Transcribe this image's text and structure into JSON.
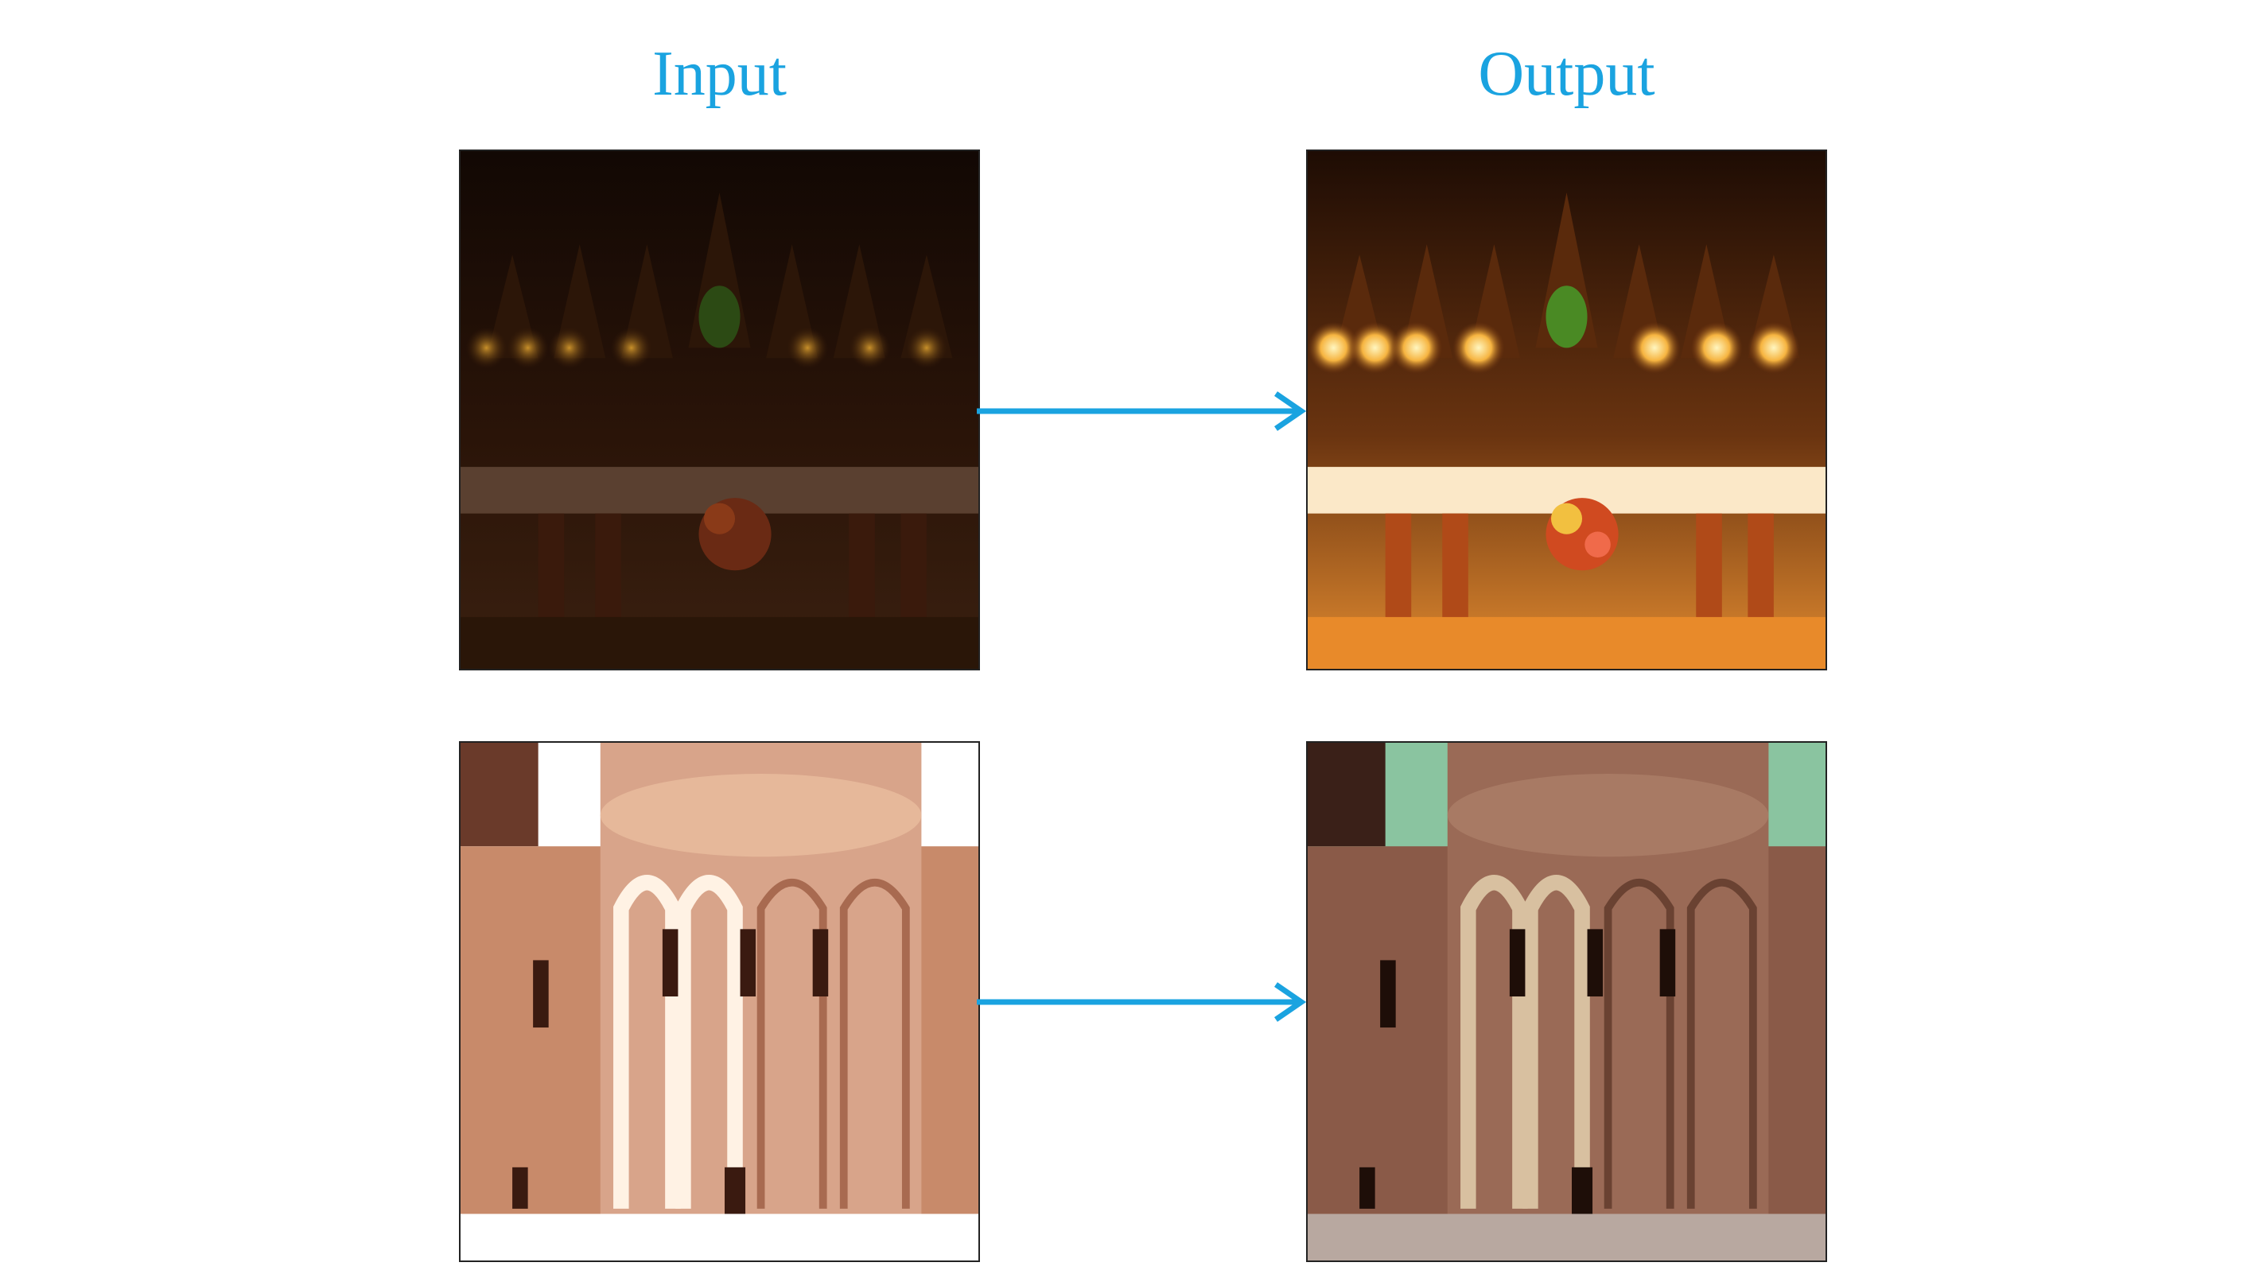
{
  "header": {
    "input_label": "Input",
    "output_label": "Output"
  },
  "colors": {
    "accent": "#1aa3e0",
    "border": "#222222"
  },
  "rows": [
    {
      "input_image": "church-altar-underexposed",
      "output_image": "church-altar-enhanced"
    },
    {
      "input_image": "romanesque-apse-overexposed",
      "output_image": "romanesque-apse-corrected"
    }
  ]
}
